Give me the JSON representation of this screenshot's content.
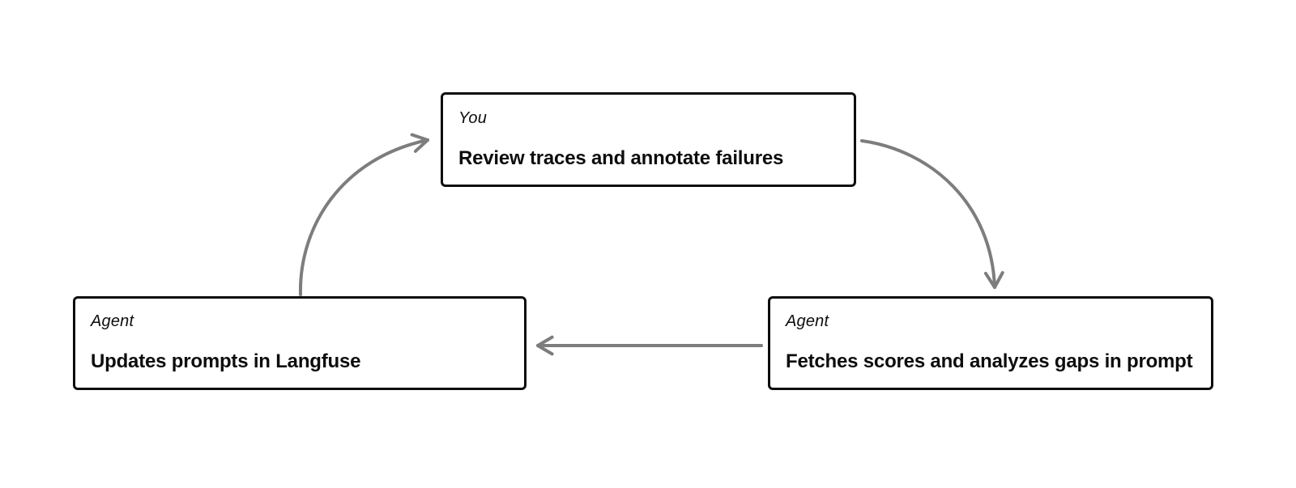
{
  "diagram": {
    "nodes": [
      {
        "id": "review-traces",
        "actor": "You",
        "label": "Review traces and annotate failures"
      },
      {
        "id": "updates-prompts",
        "actor": "Agent",
        "label": "Updates prompts in Langfuse"
      },
      {
        "id": "fetches-scores",
        "actor": "Agent",
        "label": "Fetches scores and analyzes gaps in prompt"
      }
    ],
    "edges": [
      {
        "from": "updates-prompts",
        "to": "review-traces",
        "style": "curved"
      },
      {
        "from": "review-traces",
        "to": "fetches-scores",
        "style": "curved"
      },
      {
        "from": "fetches-scores",
        "to": "updates-prompts",
        "style": "straight"
      }
    ],
    "colors": {
      "background": "#ffffff",
      "arrow": "#7d7d7d",
      "node_border": "#0d0d0d",
      "text": "#0d0d0d"
    }
  }
}
